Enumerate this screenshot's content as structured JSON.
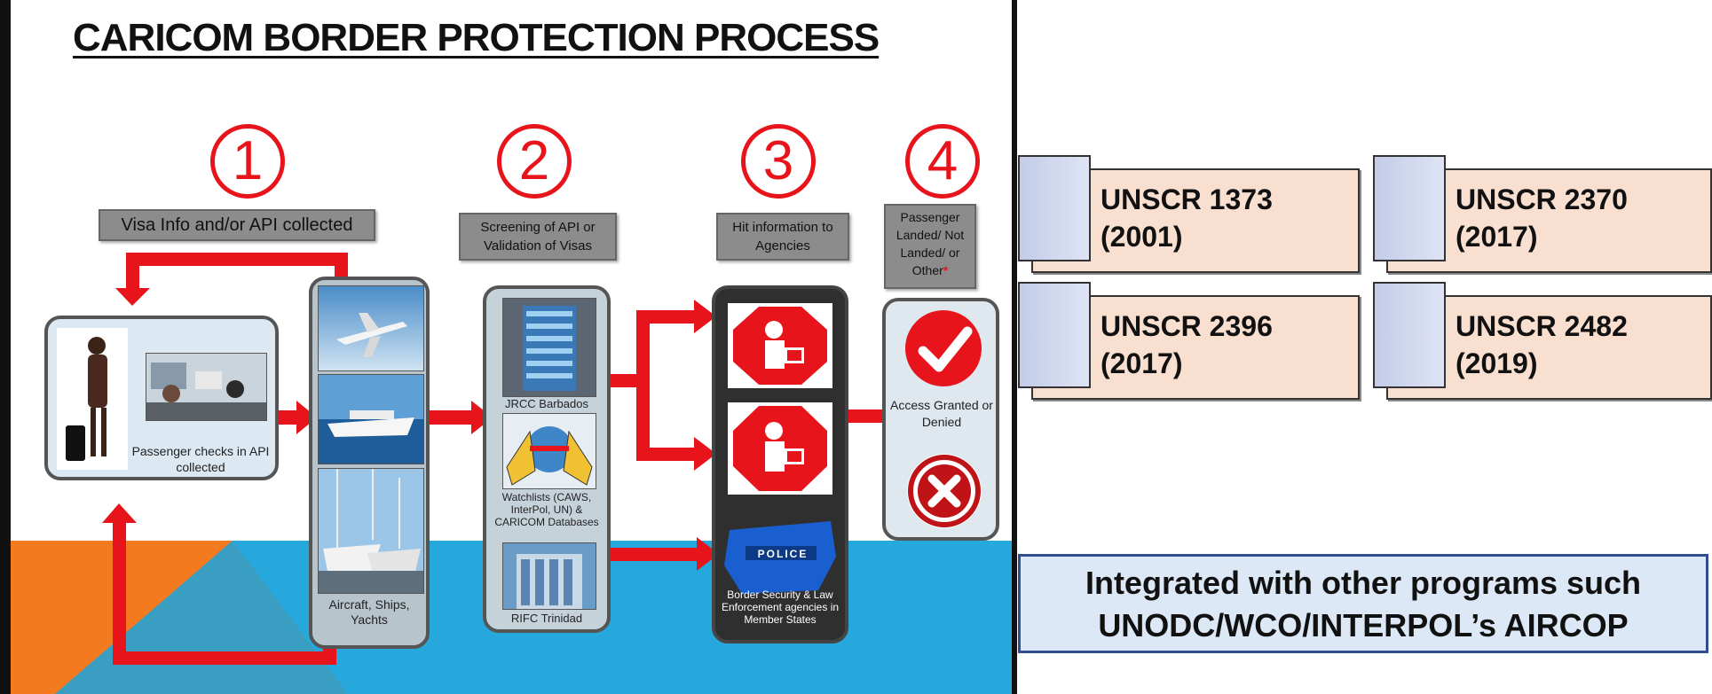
{
  "title": "CARICOM BORDER PROTECTION PROCESS",
  "steps": [
    {
      "number": "1",
      "label": "Visa Info and/or API collected"
    },
    {
      "number": "2",
      "label": "Screening of API or Validation of Visas"
    },
    {
      "number": "3",
      "label": "Hit information to Agencies"
    },
    {
      "number": "4",
      "label": "Passenger Landed/ Not Landed/ or Other",
      "asterisk": "*"
    }
  ],
  "captions": {
    "passenger": "Passenger checks in API collected",
    "vehicles": "Aircraft, Ships, Yachts",
    "jrcc": "JRCC Barbados",
    "watchlists": "Watchlists (CAWS, InterPol, UN) & CARICOM Databases",
    "rifc": "RIFC Trinidad",
    "police_badge": "POLICE",
    "agencies": "Border Security & Law Enforcement agencies in Member States",
    "access": "Access Granted or Denied"
  },
  "resolutions": [
    {
      "name": "UNSCR 1373",
      "year": "(2001)"
    },
    {
      "name": "UNSCR 2370",
      "year": "(2017)"
    },
    {
      "name": "UNSCR 2396",
      "year": "(2017)"
    },
    {
      "name": "UNSCR 2482",
      "year": "(2019)"
    }
  ],
  "integrated_text": "Integrated with other programs such UNODC/WCO/INTERPOL’s AIRCOP",
  "colors": {
    "arrow_red": "#e8141b",
    "background_blue": "#27a8dc",
    "background_orange": "#f47a20",
    "tile_fill": "#f8dfd0",
    "tab_fill": "#c9cfe4"
  }
}
